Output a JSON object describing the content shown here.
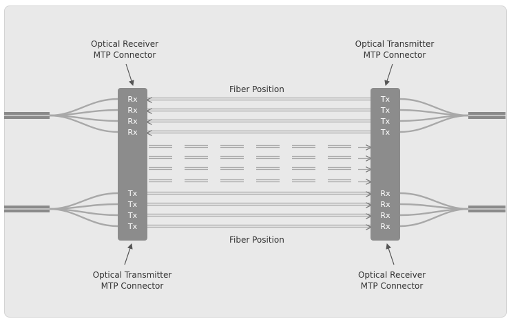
{
  "labels": {
    "top_left": {
      "line1": "Optical Receiver",
      "line2": "MTP Connector"
    },
    "top_right": {
      "line1": "Optical Transmitter",
      "line2": "MTP Connector"
    },
    "bottom_left": {
      "line1": "Optical Transmitter",
      "line2": "MTP Connector"
    },
    "bottom_right": {
      "line1": "Optical Receiver",
      "line2": "MTP Connector"
    },
    "fiber_top": "Fiber Position",
    "fiber_bottom": "Fiber Position"
  },
  "connectors": {
    "left": {
      "top_ports": [
        "Rx",
        "Rx",
        "Rx",
        "Rx"
      ],
      "bottom_ports": [
        "Tx",
        "Tx",
        "Tx",
        "Tx"
      ]
    },
    "right": {
      "top_ports": [
        "Tx",
        "Tx",
        "Tx",
        "Tx"
      ],
      "bottom_ports": [
        "Rx",
        "Rx",
        "Rx",
        "Rx"
      ]
    }
  },
  "colors": {
    "connector": "#8c8c8c",
    "fiber": "#a8a8a8",
    "arrow": "#7a7a7a",
    "cable": "#8a8a8a",
    "panel": "#e9e9e9"
  }
}
